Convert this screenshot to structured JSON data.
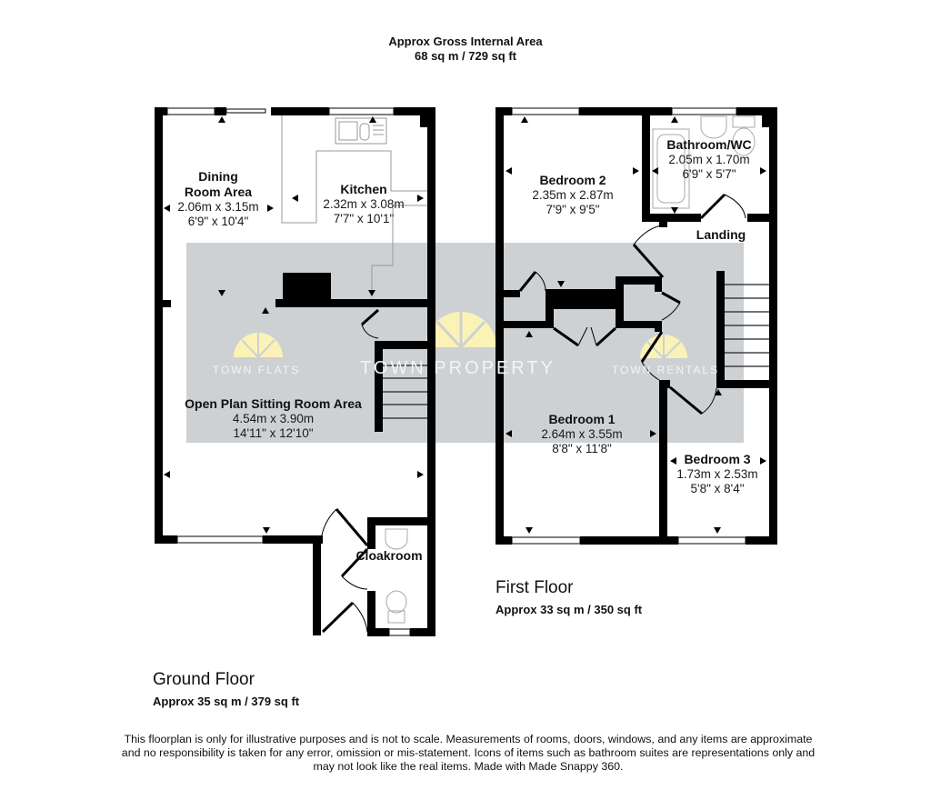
{
  "header": {
    "title": "Approx Gross Internal Area",
    "total_area": "68 sq m / 729 sq ft"
  },
  "watermarks": {
    "left": "TOWN FLATS",
    "center": "TOWN PROPERTY",
    "right": "TOWN RENTALS",
    "band_color": "#cdd1d4",
    "sun_color": "#fbf2b5"
  },
  "ground_floor": {
    "title": "Ground Floor",
    "area": "Approx 35 sq m / 379 sq ft",
    "rooms": [
      {
        "name": "Dining Room Area",
        "name_line1": "Dining",
        "name_line2": "Room Area",
        "metric": "2.06m x 3.15m",
        "imperial": "6'9\" x 10'4\""
      },
      {
        "name": "Kitchen",
        "metric": "2.32m x 3.08m",
        "imperial": "7'7\" x 10'1\""
      },
      {
        "name": "Open Plan Sitting Room Area",
        "metric": "4.54m x 3.90m",
        "imperial": "14'11\" x 12'10\""
      },
      {
        "name": "Cloakroom"
      }
    ]
  },
  "first_floor": {
    "title": "First Floor",
    "area": "Approx 33 sq m / 350 sq ft",
    "rooms": [
      {
        "name": "Bedroom 2",
        "metric": "2.35m x 2.87m",
        "imperial": "7'9\" x 9'5\""
      },
      {
        "name": "Bathroom/WC",
        "metric": "2.05m x 1.70m",
        "imperial": "6'9\" x 5'7\""
      },
      {
        "name": "Landing"
      },
      {
        "name": "Bedroom 1",
        "metric": "2.64m x 3.55m",
        "imperial": "8'8\" x 11'8\""
      },
      {
        "name": "Bedroom 3",
        "metric": "1.73m x 2.53m",
        "imperial": "5'8\" x 8'4\""
      }
    ]
  },
  "disclaimer": {
    "line1": "This floorplan is only for illustrative purposes and is not to scale. Measurements of rooms, doors, windows, and any items are approximate",
    "line2": "and no responsibility is taken for any error, omission or mis-statement. Icons of items such as bathroom suites are representations only and",
    "line3": "may not look like the real items. Made with Made Snappy 360."
  }
}
